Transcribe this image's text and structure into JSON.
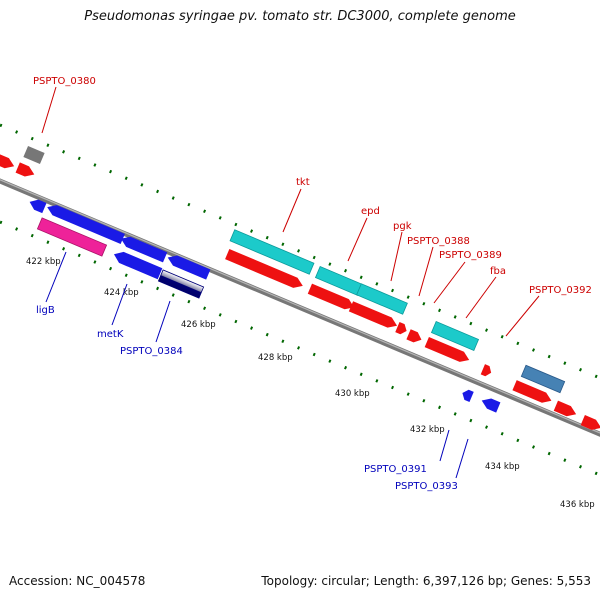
{
  "title": "Pseudomonas syringae pv. tomato str. DC3000, complete genome",
  "footer": {
    "accession": "Accession: NC_004578",
    "summary": "Topology: circular; Length: 6,397,126 bp; Genes: 5,553"
  },
  "colors": {
    "forward_label": "#cc0000",
    "reverse_label": "#0000bb",
    "gene_red": "#ee1111",
    "gene_blue": "#1a1ae6",
    "gene_cyan": "#1ccaca",
    "gene_magenta": "#ee2299",
    "gene_navy": "#000077",
    "gene_gray": "#777777",
    "gene_steel": "#4682b4",
    "tick_green": "#006600",
    "backbone": "#888888"
  },
  "scale": {
    "tick_labels": [
      "422 kbp",
      "424 kbp",
      "426 kbp",
      "428 kbp",
      "430 kbp",
      "432 kbp",
      "434 kbp",
      "436 kbp"
    ]
  },
  "gene_labels": {
    "forward": [
      "PSPTO_0380",
      "tkt",
      "epd",
      "pgk",
      "PSPTO_0388",
      "PSPTO_0389",
      "fba",
      "PSPTO_0392"
    ],
    "reverse": [
      "ligB",
      "metK",
      "PSPTO_0384",
      "PSPTO_0391",
      "PSPTO_0393"
    ]
  }
}
